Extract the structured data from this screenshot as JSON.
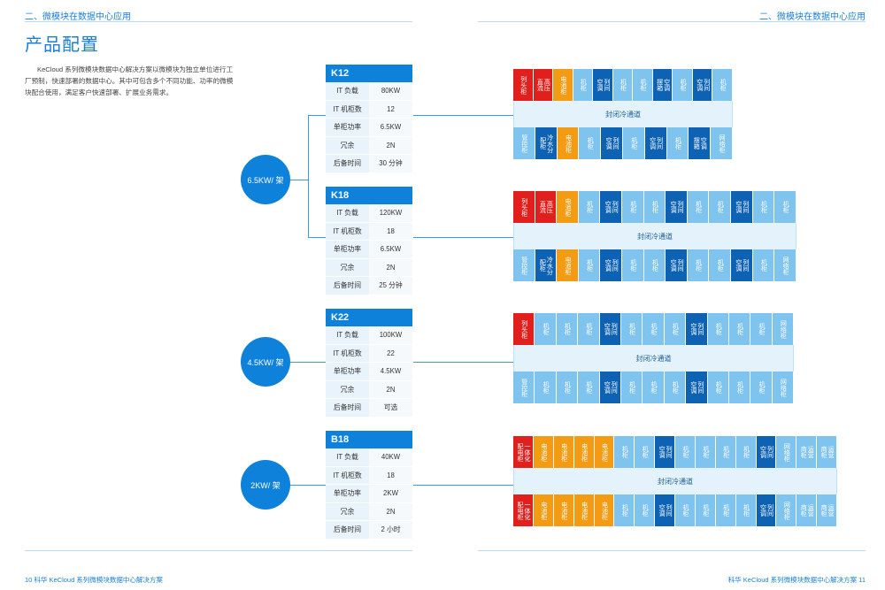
{
  "header": {
    "left_title": "二、微模块在数据中心应用",
    "right_title": "二、微模块在数据中心应用"
  },
  "page_title": "产品配置",
  "intro": "KeCloud 系列微模块数据中心解决方案以微模块为独立单位进行工厂预制，快速部署的数据中心。其中可包含多个不同功能、功率的微模块配合使用，满足客户快速部署、扩展业务需求。",
  "footer": {
    "left": "10  科华 KeCloud 系列微模块数据中心解决方案",
    "right": "科华 KeCloud 系列微模块数据中心解决方案  11"
  },
  "colors": {
    "accent": "#0e82db",
    "red": "#e1201d",
    "orange": "#f29b13",
    "light": "#7fc3ef",
    "dark": "#0e62b3"
  },
  "groups": [
    {
      "label": "6.5KW/ 架"
    },
    {
      "label": "4.5KW/ 架"
    },
    {
      "label": "2KW/ 架"
    }
  ],
  "specs": [
    {
      "name": "K12",
      "rows": [
        {
          "k": "IT 负载",
          "v": "80KW"
        },
        {
          "k": "IT 机柜数",
          "v": "12"
        },
        {
          "k": "单柜功率",
          "v": "6.5KW"
        },
        {
          "k": "冗余",
          "v": "2N"
        },
        {
          "k": "后备时间",
          "v": "30 分钟"
        }
      ]
    },
    {
      "name": "K18",
      "rows": [
        {
          "k": "IT 负载",
          "v": "120KW"
        },
        {
          "k": "IT 机柜数",
          "v": "18"
        },
        {
          "k": "单柜功率",
          "v": "6.5KW"
        },
        {
          "k": "冗余",
          "v": "2N"
        },
        {
          "k": "后备时间",
          "v": "25 分钟"
        }
      ]
    },
    {
      "name": "K22",
      "rows": [
        {
          "k": "IT 负载",
          "v": "100KW"
        },
        {
          "k": "IT 机柜数",
          "v": "22"
        },
        {
          "k": "单柜功率",
          "v": "4.5KW"
        },
        {
          "k": "冗余",
          "v": "2N"
        },
        {
          "k": "后备时间",
          "v": "可选"
        }
      ]
    },
    {
      "name": "B18",
      "rows": [
        {
          "k": "IT 负载",
          "v": "40KW"
        },
        {
          "k": "IT 机柜数",
          "v": "18"
        },
        {
          "k": "单柜功率",
          "v": "2KW"
        },
        {
          "k": "冗余",
          "v": "2N"
        },
        {
          "k": "后备时间",
          "v": "2 小时"
        }
      ]
    }
  ],
  "layouts": [
    {
      "aisle": "封闭冷通道",
      "top": [
        {
          "t": "列头柜",
          "c": "red"
        },
        {
          "t": "高压直流",
          "c": "red"
        },
        {
          "t": "电池柜",
          "c": "orange"
        },
        {
          "t": "机柜",
          "c": "light"
        },
        {
          "t": "列间空调",
          "c": "dark"
        },
        {
          "t": "机柜",
          "c": "light"
        },
        {
          "t": "机柜",
          "c": "light"
        },
        {
          "t": "空调摆箱",
          "c": "dark"
        },
        {
          "t": "机柜",
          "c": "light"
        },
        {
          "t": "列间空调",
          "c": "dark"
        },
        {
          "t": "机柜",
          "c": "light"
        }
      ],
      "bottom": [
        {
          "t": "管控柜",
          "c": "light"
        },
        {
          "t": "冷水分配柜",
          "c": "dark"
        },
        {
          "t": "电池柜",
          "c": "orange"
        },
        {
          "t": "机柜",
          "c": "light"
        },
        {
          "t": "列间空调",
          "c": "dark"
        },
        {
          "t": "机柜",
          "c": "light"
        },
        {
          "t": "列间空调",
          "c": "dark"
        },
        {
          "t": "机柜",
          "c": "light"
        },
        {
          "t": "空调摆箱",
          "c": "dark"
        },
        {
          "t": "网络柜",
          "c": "light"
        }
      ]
    },
    {
      "aisle": "封闭冷通道",
      "top": [
        {
          "t": "列头柜",
          "c": "red"
        },
        {
          "t": "高压直流",
          "c": "red"
        },
        {
          "t": "电池柜",
          "c": "orange"
        },
        {
          "t": "机柜",
          "c": "light"
        },
        {
          "t": "列间空调",
          "c": "dark"
        },
        {
          "t": "机柜",
          "c": "light"
        },
        {
          "t": "机柜",
          "c": "light"
        },
        {
          "t": "列间空调",
          "c": "dark"
        },
        {
          "t": "机柜",
          "c": "light"
        },
        {
          "t": "机柜",
          "c": "light"
        },
        {
          "t": "列间空调",
          "c": "dark"
        },
        {
          "t": "机柜",
          "c": "light"
        },
        {
          "t": "机柜",
          "c": "light"
        }
      ],
      "bottom": [
        {
          "t": "管控柜",
          "c": "light"
        },
        {
          "t": "冷水分配柜",
          "c": "dark"
        },
        {
          "t": "电池柜",
          "c": "orange"
        },
        {
          "t": "机柜",
          "c": "light"
        },
        {
          "t": "列间空调",
          "c": "dark"
        },
        {
          "t": "机柜",
          "c": "light"
        },
        {
          "t": "机柜",
          "c": "light"
        },
        {
          "t": "列间空调",
          "c": "dark"
        },
        {
          "t": "机柜",
          "c": "light"
        },
        {
          "t": "机柜",
          "c": "light"
        },
        {
          "t": "列间空调",
          "c": "dark"
        },
        {
          "t": "机柜",
          "c": "light"
        },
        {
          "t": "网络柜",
          "c": "light"
        }
      ]
    },
    {
      "aisle": "封闭冷通道",
      "top": [
        {
          "t": "列头柜",
          "c": "red"
        },
        {
          "t": "机柜",
          "c": "light"
        },
        {
          "t": "机柜",
          "c": "light"
        },
        {
          "t": "机柜",
          "c": "light"
        },
        {
          "t": "列间空调",
          "c": "dark"
        },
        {
          "t": "机柜",
          "c": "light"
        },
        {
          "t": "机柜",
          "c": "light"
        },
        {
          "t": "机柜",
          "c": "light"
        },
        {
          "t": "列间空调",
          "c": "dark"
        },
        {
          "t": "机柜",
          "c": "light"
        },
        {
          "t": "机柜",
          "c": "light"
        },
        {
          "t": "机柜",
          "c": "light"
        },
        {
          "t": "网络柜",
          "c": "light"
        }
      ],
      "bottom": [
        {
          "t": "管控柜",
          "c": "light"
        },
        {
          "t": "机柜",
          "c": "light"
        },
        {
          "t": "机柜",
          "c": "light"
        },
        {
          "t": "机柜",
          "c": "light"
        },
        {
          "t": "列间空调",
          "c": "dark"
        },
        {
          "t": "机柜",
          "c": "light"
        },
        {
          "t": "机柜",
          "c": "light"
        },
        {
          "t": "机柜",
          "c": "light"
        },
        {
          "t": "列间空调",
          "c": "dark"
        },
        {
          "t": "机柜",
          "c": "light"
        },
        {
          "t": "机柜",
          "c": "light"
        },
        {
          "t": "机柜",
          "c": "light"
        },
        {
          "t": "网络柜",
          "c": "light"
        }
      ]
    },
    {
      "aisle": "封闭冷通道",
      "top": [
        {
          "t": "一体化配电柜",
          "c": "red"
        },
        {
          "t": "电池柜",
          "c": "orange"
        },
        {
          "t": "电池柜",
          "c": "orange"
        },
        {
          "t": "电池柜",
          "c": "orange"
        },
        {
          "t": "电池柜",
          "c": "orange"
        },
        {
          "t": "机柜",
          "c": "light"
        },
        {
          "t": "机柜",
          "c": "light"
        },
        {
          "t": "列间空调",
          "c": "dark"
        },
        {
          "t": "机柜",
          "c": "light"
        },
        {
          "t": "机柜",
          "c": "light"
        },
        {
          "t": "机柜",
          "c": "light"
        },
        {
          "t": "机柜",
          "c": "light"
        },
        {
          "t": "列间空调",
          "c": "dark"
        },
        {
          "t": "网络柜",
          "c": "light"
        },
        {
          "t": "运营商柜",
          "c": "light"
        },
        {
          "t": "运营商柜",
          "c": "light"
        }
      ],
      "bottom": [
        {
          "t": "一体化配电柜",
          "c": "red"
        },
        {
          "t": "电池柜",
          "c": "orange"
        },
        {
          "t": "电池柜",
          "c": "orange"
        },
        {
          "t": "电池柜",
          "c": "orange"
        },
        {
          "t": "电池柜",
          "c": "orange"
        },
        {
          "t": "机柜",
          "c": "light"
        },
        {
          "t": "机柜",
          "c": "light"
        },
        {
          "t": "列间空调",
          "c": "dark"
        },
        {
          "t": "机柜",
          "c": "light"
        },
        {
          "t": "机柜",
          "c": "light"
        },
        {
          "t": "机柜",
          "c": "light"
        },
        {
          "t": "机柜",
          "c": "light"
        },
        {
          "t": "列间空调",
          "c": "dark"
        },
        {
          "t": "网络柜",
          "c": "light"
        },
        {
          "t": "运营商柜",
          "c": "light"
        },
        {
          "t": "运营商柜",
          "c": "light"
        }
      ]
    }
  ]
}
